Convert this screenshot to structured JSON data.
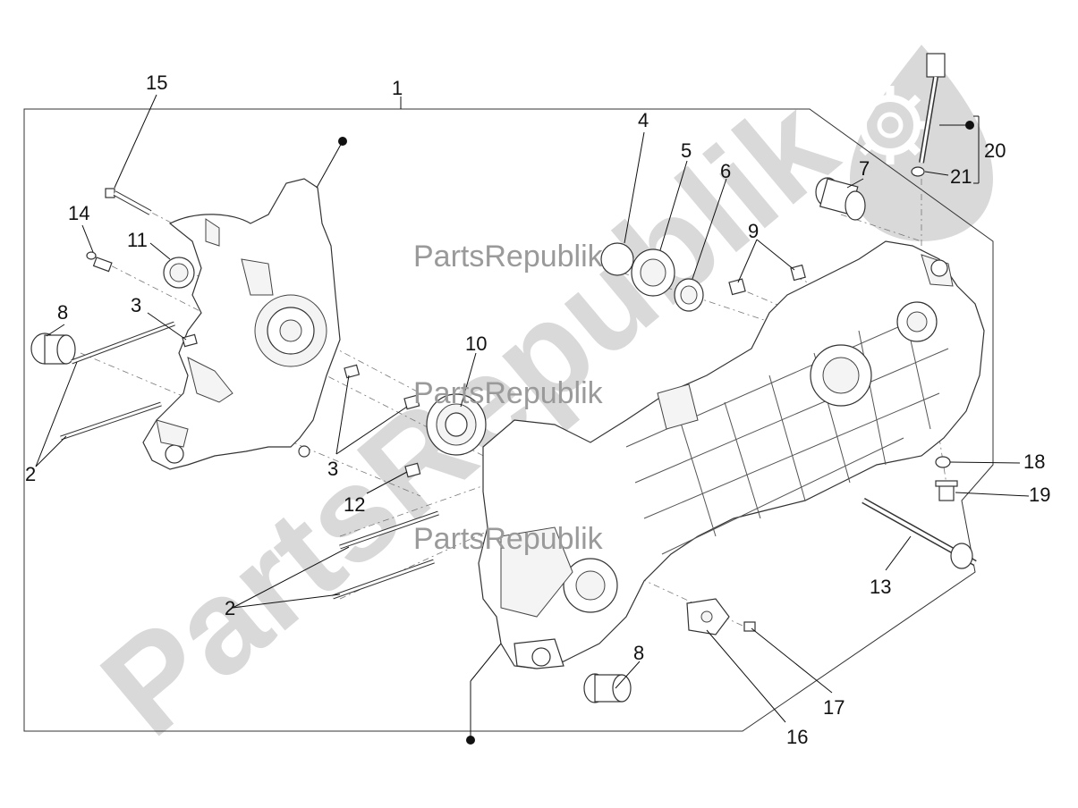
{
  "watermark": {
    "big_text": "PartsRepublik",
    "small_text": "PartsRepublik",
    "color": "#d9d9d9"
  },
  "callouts": {
    "n1": "1",
    "n2a": "2",
    "n2b": "2",
    "n3a": "3",
    "n3b": "3",
    "n4": "4",
    "n5": "5",
    "n6": "6",
    "n7": "7",
    "n8a": "8",
    "n8b": "8",
    "n9": "9",
    "n10": "10",
    "n11": "11",
    "n12": "12",
    "n13": "13",
    "n14": "14",
    "n15": "15",
    "n16": "16",
    "n17": "17",
    "n18": "18",
    "n19": "19",
    "n20": "20",
    "n21": "21"
  },
  "icons": {
    "gear": "gear-icon",
    "bullet": "bullet-dot-icon"
  }
}
